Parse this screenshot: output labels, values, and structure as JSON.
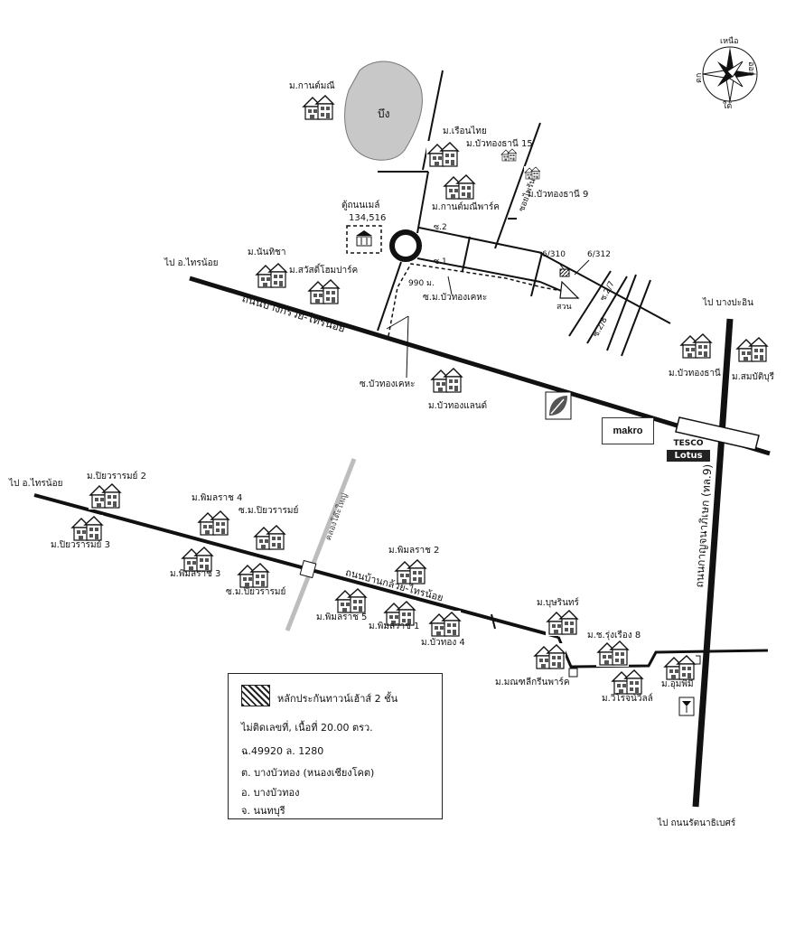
{
  "compass": {
    "north": "เหนือ",
    "east": "ออก",
    "south": "ใต้",
    "west": "ตก"
  },
  "landmarks": {
    "lake": "บึง",
    "postbox": "ตู้ถนนเมล์",
    "postbox_no": "134,516",
    "park": "สวน",
    "plot1": "6/310",
    "plot2": "6/312",
    "distance": "990 ม."
  },
  "roads": {
    "main": "ถนนบางกรวย-ไทรน้อย",
    "lower": "ถนนบ้านกล้วย-ไทรน้อย",
    "highway": "ถนนกาญจนาภิเษก (ทล.9)",
    "canal": "คลองโต๊ะใหญ่",
    "soi_ban_na_soi": "ซอยไพรัน",
    "soi2": "ซ.2",
    "soi1": "ซ.1",
    "soi27": "ซ.2/7",
    "soi28": "ซ.2/8",
    "soi_bua_thong_kheha": "ซ.บัวทองเคหะ",
    "soi_m_bua_thong_kheha": "ซ.ม.บัวทองเคหะ",
    "to_sai_noi_1": "ไป อ.ไทรน้อย",
    "to_sai_noi_2": "ไป อ.ไทรน้อย",
    "to_bang_pa_in": "ไป บางปะอิน",
    "to_rattanathibet": "ไป ถนนรัตนาธิเบศร์"
  },
  "villages": {
    "kanjanamanee": "ม.กานต์มณี",
    "ruean_thai": "ม.เรือนไทย",
    "bua_thong_thani_15": "ม.บัวทองธานี 15",
    "kanjanamanee_park": "ม.กานต์มณีพาร์ค",
    "bua_thong_thani_9": "ม.บัวทองธานี 9",
    "nanthicha": "ม.นันทิชา",
    "sawat_home_park": "ม.สวัสดิ์โฮมปาร์ค",
    "bua_thong_thani": "ม.บัวทองธานี",
    "sombatburi": "ม.สมบัติบุรี",
    "bua_thong_land": "ม.บัวทองแลนด์",
    "piyawan_2": "ม.ปิยวรารมย์ 2",
    "piyawan_3": "ม.ปิยวรารมย์ 3",
    "pimolrat_4": "ม.พิมลราช 4",
    "soi_piyawan_1": "ซ.ม.ปิยวรารมย์",
    "pimolrat_3": "ม.พิมลราช 3",
    "soi_piyawan_2": "ซ.ม.ปิยวรารมย์",
    "pimolrat_2": "ม.พิมลราช 2",
    "pimolrat_5": "ม.พิมลราช 5",
    "pimolrat_1": "ม.พิมลราช 1",
    "bua_thong_4": "ม.บัวทอง 4",
    "busarin": "ม.บุษรินทร์",
    "manthana_green_park": "ม.มณฑลีกรีนพาร์ค",
    "roongrueang_8": "ม.ช.รุ่งเรือง 8",
    "wiroj_ville": "ม.วิโรจน์วิลล์",
    "um_phimi": "ม.อุมพิมี"
  },
  "stores": {
    "makro": "makro",
    "tesco": "TESCO",
    "lotus": "Lotus"
  },
  "legend": {
    "title": "หลักประกันทาวน์เฮ้าส์ 2 ชั้น",
    "line1": "ไม่ติดเลขที่, เนื้อที่ 20.00 ตรว.",
    "line2": "ฉ.49920 ล. 1280",
    "line3": "ต. บางบัวทอง (หนองเชียงโคต)",
    "line4": "อ. บางบัวทอง",
    "line5": "จ. นนทบุรี"
  },
  "colors": {
    "ink": "#111111",
    "lake": "#c8c8c8",
    "canal": "#bdbdbd"
  }
}
